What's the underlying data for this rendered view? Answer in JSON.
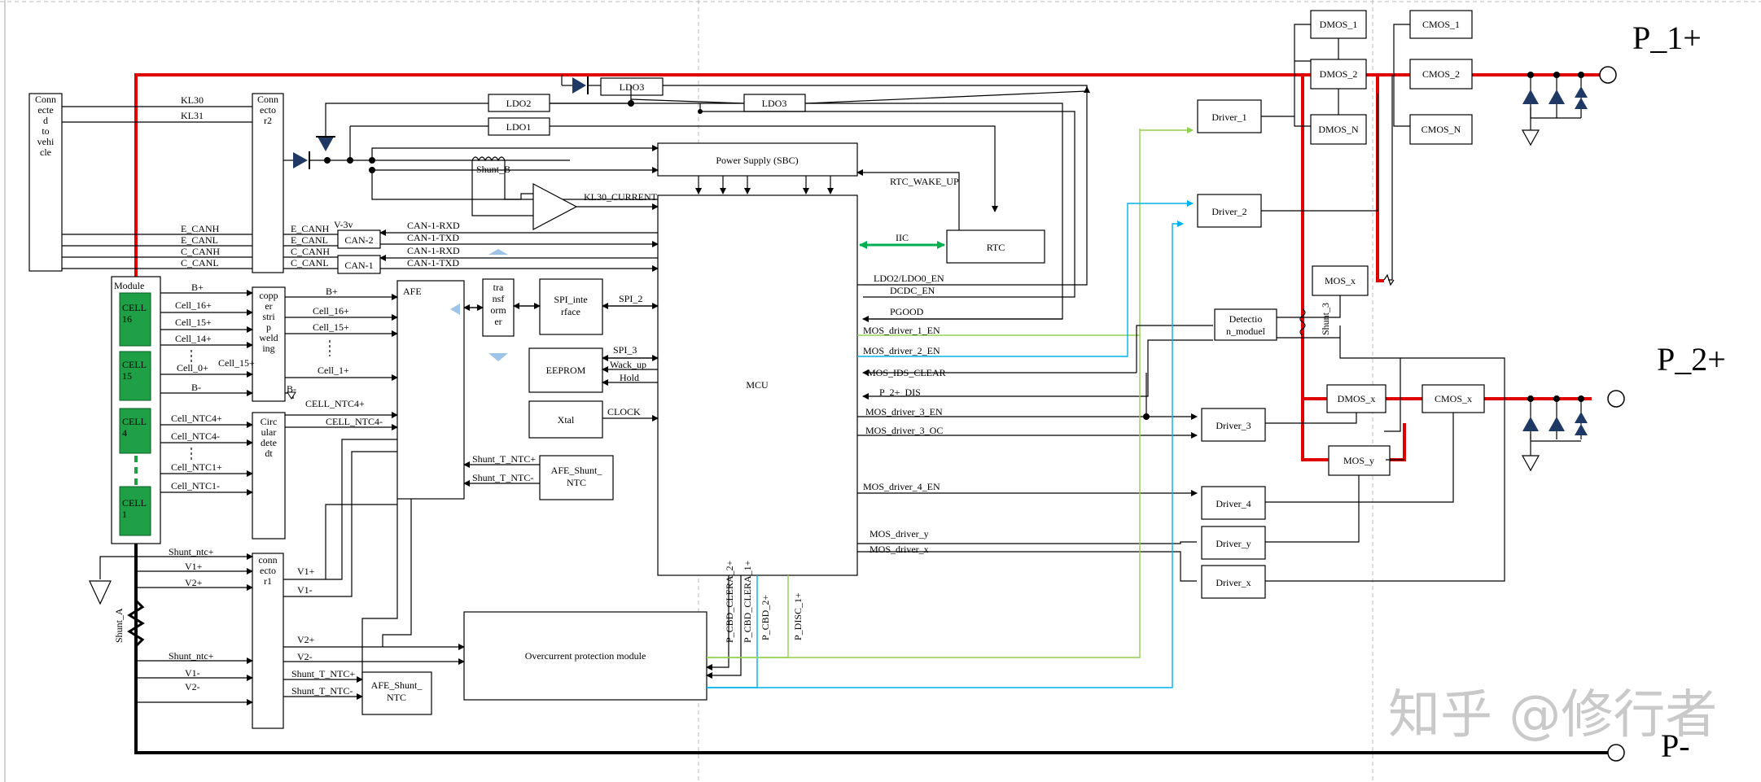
{
  "blocks": {
    "connected_to_vehicle": "Conn ecte d to vehi cle",
    "connector2": "Conn ecto r2",
    "connector1": "conn ecto r1",
    "copper_strip": "copp er stri p weld ing",
    "circular_detect": "Circ ular dete dt",
    "afe": "AFE",
    "transformer": "tra nsf orm er",
    "spi_interface": "SPI_inte rface",
    "eeprom": "EEPROM",
    "xtal": "Xtal",
    "afe_shunt_ntc_top": "AFE_Shunt_ NTC",
    "afe_shunt_ntc_bottom": "AFE_Shunt_ NTC",
    "mcu": "MCU",
    "power_supply": "Power Supply (SBC)",
    "rtc": "RTC",
    "ldo3_top": "LDO3",
    "ldo2": "LDO2",
    "ldo3_mid": "LDO3",
    "ldo1": "LDO1",
    "can2": "CAN-2",
    "can1": "CAN-1",
    "overcurrent": "Overcurrent protection module",
    "detection_module": "Detectio n_moduel",
    "driver1": "Driver_1",
    "driver2": "Driver_2",
    "driver3": "Driver_3",
    "driver4": "Driver_4",
    "drivery": "Driver_y",
    "driverx": "Driver_x",
    "dmos1": "DMOS_1",
    "dmos2": "DMOS_2",
    "dmosn": "DMOS_N",
    "cmos1": "CMOS_1",
    "cmos2": "CMOS_2",
    "cmosn": "CMOS_N",
    "mosx": "MOS_x",
    "dmosx": "DMOS_x",
    "cmosx": "CMOS_x",
    "mosy": "MOS_y",
    "module": "Module",
    "cell16": "CELL 16",
    "cell15": "CELL 15",
    "cell4": "CELL 4",
    "cell1": "CELL 1"
  },
  "terminals": {
    "p1": "P_1+",
    "p2": "P_2+",
    "pminus": "P-"
  },
  "signals": {
    "kl30": "KL30",
    "kl31": "KL31",
    "e_canh_l": "E_CANH",
    "e_canl_l": "E_CANL",
    "c_canh_l": "C_CANH",
    "c_canl_l": "C_CANL",
    "e_canh_r": "E_CANH",
    "e_canl_r": "E_CANL",
    "c_canh_r": "C_CANH",
    "c_canl_r": "C_CANL",
    "v3v": "V-3v",
    "can1_rxd_a": "CAN-1-RXD",
    "can1_txd_a": "CAN-1-TXD",
    "can1_rxd_b": "CAN-1-RXD",
    "can1_txd_b": "CAN-1-TXD",
    "shunt_b": "Shunt_B",
    "kl30_current": "KL30_CURRENT",
    "rtc_wake_up": "RTC_WAKE_UP",
    "iic": "IIC",
    "ldo2_ldo0_en": "LDO2/LDO0_EN",
    "dcdc_en": "DCDC_EN",
    "pgood": "PGOOD",
    "mos_driver_1_en": "MOS_driver_1_EN",
    "mos_driver_2_en": "MOS_driver_2_EN",
    "mos_ids_clear": "MOS_IDS_CLEAR",
    "p2_dis": "P_2+_DIS",
    "mos_driver_3_en": "MOS_driver_3_EN",
    "mos_driver_3_oc": "MOS_driver_3_OC",
    "mos_driver_4_en": "MOS_driver_4_EN",
    "mos_driver_y": "MOS_driver_y",
    "mos_driver_x": "MOS_driver_x",
    "spi_2": "SPI_2",
    "spi_3": "SPI_3",
    "wack_up": "Wack_up",
    "hold": "Hold",
    "clock": "CLOCK",
    "b_plus_a": "B+",
    "b_plus_b": "B+",
    "b_minus_a": "B-",
    "b_minus_b": "B-",
    "cell_16p_a": "Cell_16+",
    "cell_15p_a": "Cell_15+",
    "cell_14p": "Cell_14+",
    "cell_0p": "Cell_0+",
    "cell_15p_mid": "Cell_15+",
    "cell_16p_b": "Cell_16+",
    "cell_15p_b": "Cell_15+",
    "cell_1p": "Cell_1+",
    "cell_ntc4p_a": "Cell_NTC4+",
    "cell_ntc4m_a": "Cell_NTC4-",
    "cell_ntc1p": "Cell_NTC1+",
    "cell_ntc1m": "Cell_NTC1-",
    "cell_ntc4p_b": "CELL_NTC4+",
    "cell_ntc4m_b": "CELL_NTC4-",
    "shunt_t_ntcp_a": "Shunt_T_NTC+",
    "shunt_t_ntcm_a": "Shunt_T_NTC-",
    "shunt_ntcp_a": "Shunt_ntc+",
    "v1p_a": "V1+",
    "v2p_a": "V2+",
    "v1p_b": "V1+",
    "v1m_b": "V1-",
    "v2p_b": "V2+",
    "v2m_b": "V2-",
    "shunt_ntcp_b": "Shunt_ntc+",
    "v1m_a": "V1-",
    "v2m_a": "V2-",
    "shunt_t_ntcp_b": "Shunt_T_NTC+",
    "shunt_t_ntcm_b": "Shunt_T_NTC-",
    "shunt_a": "Shunt_A",
    "shunt_3": "Shunt_3",
    "p_cbd_clera_2": "P_CBD_CLERA_2+",
    "p_cbd_clera_1": "P_CBD_CLERA_1+",
    "p_cbd_2": "P_CBD_2+",
    "p_disc_1": "P_DISC_1+"
  },
  "watermark": "知乎 @修行者",
  "colors": {
    "power_path": "#e00000",
    "ground_path": "#000000",
    "cell_fill": "#1fa046",
    "iic_bus": "#00b050",
    "driver1_signal": "#92d050",
    "driver2_signal": "#00b0f0",
    "diode_fill": "#1f3864"
  }
}
